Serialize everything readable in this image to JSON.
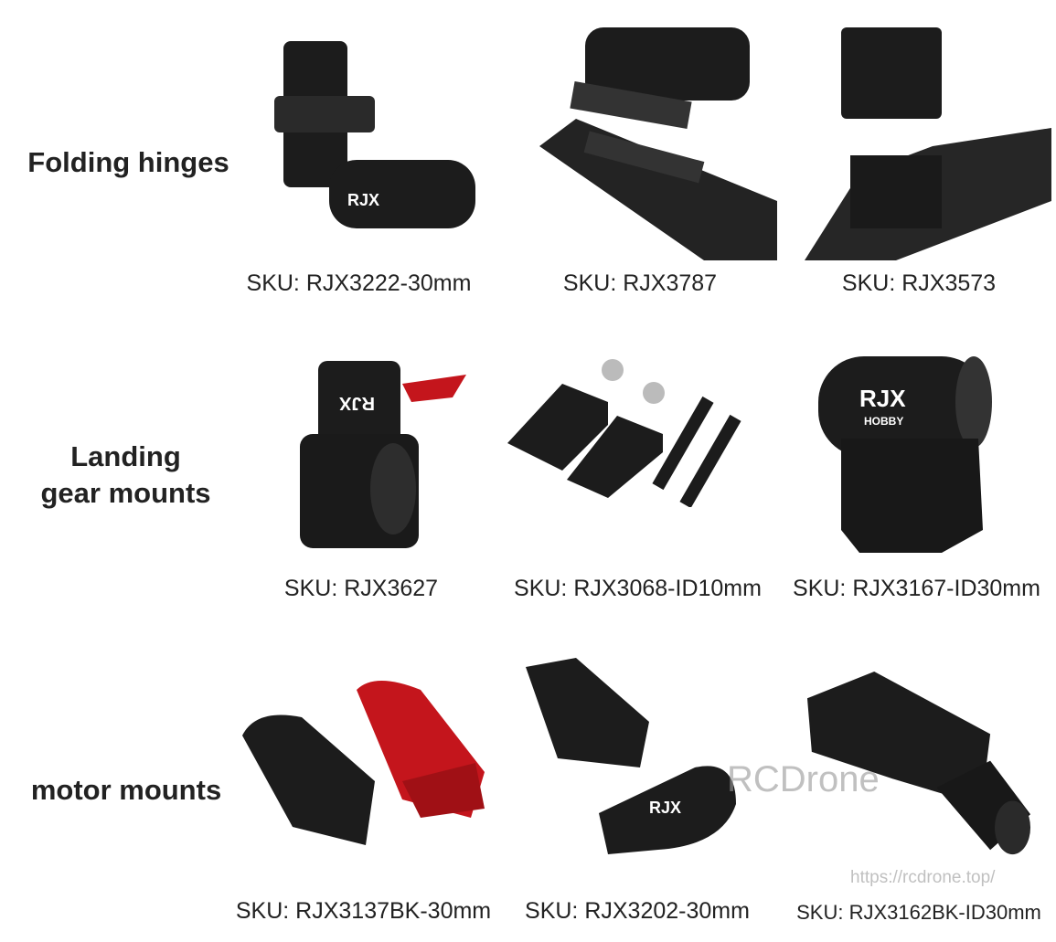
{
  "categories": [
    {
      "label": "Folding hinges",
      "products": [
        {
          "sku": "SKU: RJX3222-30mm",
          "color": "#1c1c1c"
        },
        {
          "sku": "SKU: RJX3787",
          "color": "#1c1c1c"
        },
        {
          "sku": "SKU: RJX3573",
          "color": "#1c1c1c"
        }
      ]
    },
    {
      "label": "Landing gear mounts",
      "label_line1": "Landing",
      "label_line2": "gear mounts",
      "products": [
        {
          "sku": "SKU: RJX3627",
          "color": "#1c1c1c"
        },
        {
          "sku": "SKU: RJX3068-ID10mm",
          "color": "#1c1c1c"
        },
        {
          "sku": "SKU: RJX3167-ID30mm",
          "color": "#1c1c1c"
        }
      ]
    },
    {
      "label": "motor mounts",
      "products": [
        {
          "sku": "SKU: RJX3137BK-30mm",
          "color": "#1c1c1c"
        },
        {
          "sku": "SKU: RJX3202-30mm",
          "color": "#1c1c1c"
        },
        {
          "sku": "SKU: RJX3162BK-ID30mm",
          "color": "#1c1c1c"
        }
      ]
    }
  ],
  "brand_logo": "RJX HOBBY",
  "watermark": {
    "text": "RCDrone",
    "url": "https://rcdrone.top/"
  },
  "accent_red": "#c4151c"
}
